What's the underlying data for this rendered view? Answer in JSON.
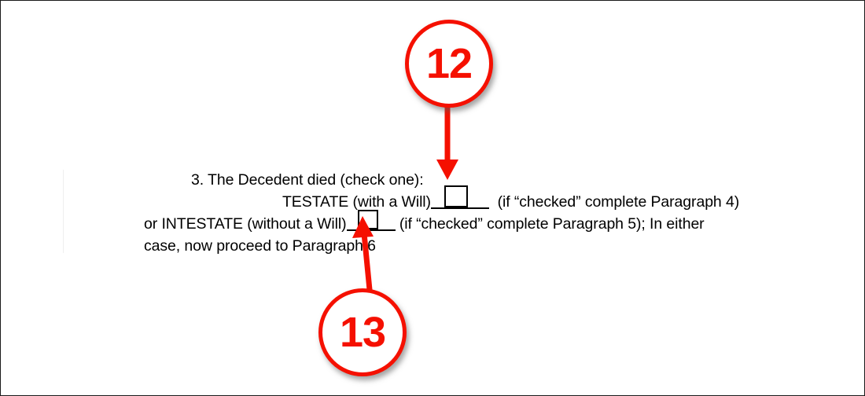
{
  "document": {
    "paragraph_number": "3.",
    "lines": [
      {
        "id": "line-1",
        "text": "3.  The Decedent died (check one):"
      },
      {
        "id": "line-2",
        "before_checkbox": "TESTATE (with a Will)",
        "after_checkbox": "(if “checked” complete Paragraph 4)"
      },
      {
        "id": "line-3",
        "before_checkbox": "or INTESTATE (without a Will)",
        "after_checkbox": "(if “checked” complete Paragraph 5); In either"
      },
      {
        "id": "line-4",
        "text": "case, now proceed to Paragraph 6"
      }
    ]
  },
  "annotations": {
    "accent_color": "#f51000",
    "callouts": [
      {
        "id": "callout-12",
        "number": "12",
        "points_to": "testate-checkbox",
        "arrow_direction": "down"
      },
      {
        "id": "callout-13",
        "number": "13",
        "points_to": "intestate-checkbox",
        "arrow_direction": "up"
      }
    ]
  },
  "checkboxes": {
    "testate": {
      "name": "testate-checkbox",
      "checked": false
    },
    "intestate": {
      "name": "intestate-checkbox",
      "checked": false
    }
  }
}
